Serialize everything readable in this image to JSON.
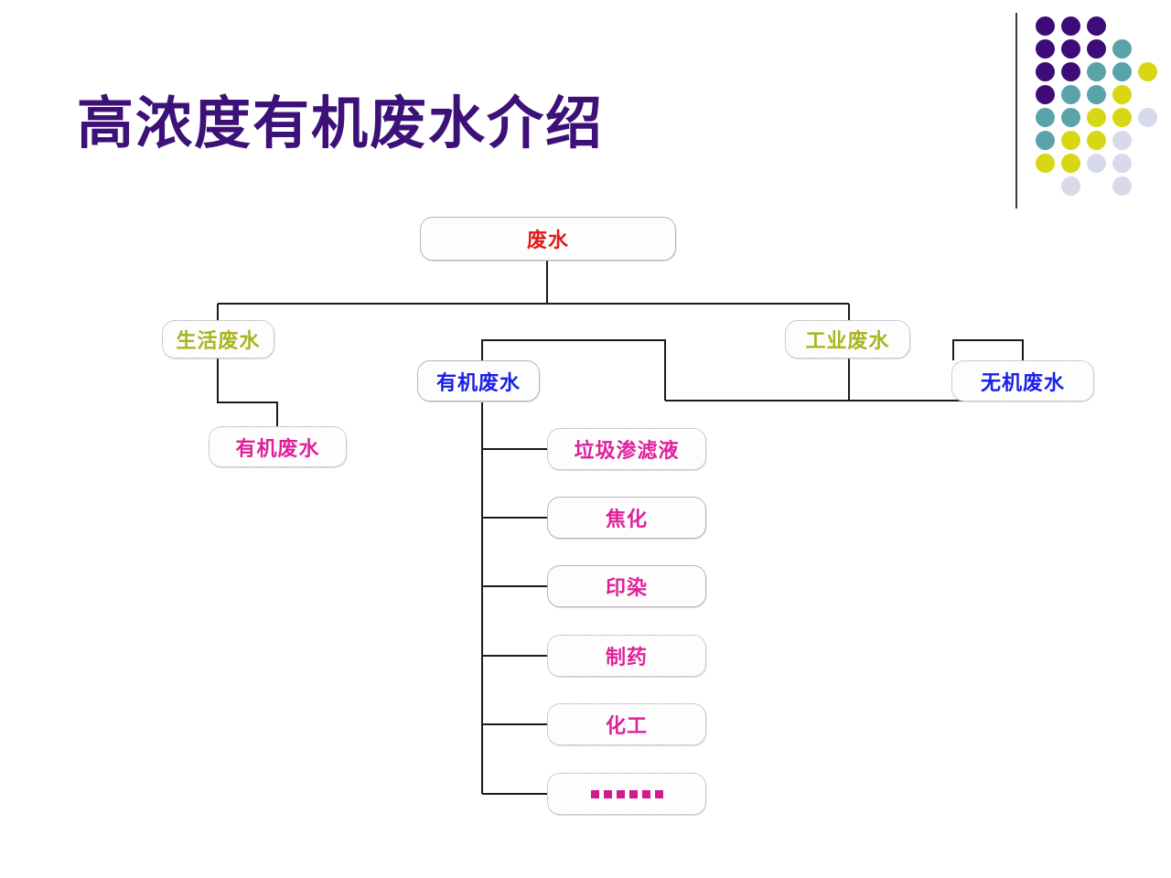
{
  "slide": {
    "title": "高浓度有机废水介绍",
    "title_color": "#3d1178",
    "background": "#ffffff"
  },
  "decoration": {
    "name": "dot-motif",
    "rule_color": "#3a3a3a",
    "palette": {
      "purple": "#3d0c78",
      "teal": "#5aa3a8",
      "yellow": "#d8d713",
      "lavender": "#d9d9ec"
    },
    "grid": [
      [
        "purple",
        "purple",
        "purple",
        "",
        ""
      ],
      [
        "purple",
        "purple",
        "purple",
        "teal",
        ""
      ],
      [
        "purple",
        "purple",
        "teal",
        "teal",
        "yellow"
      ],
      [
        "purple",
        "teal",
        "teal",
        "yellow",
        ""
      ],
      [
        "teal",
        "teal",
        "yellow",
        "yellow",
        "lavender"
      ],
      [
        "teal",
        "yellow",
        "yellow",
        "lavender",
        ""
      ],
      [
        "yellow",
        "yellow",
        "lavender",
        "lavender",
        ""
      ],
      [
        "",
        "lavender",
        "",
        "lavender",
        ""
      ]
    ]
  },
  "diagram": {
    "type": "tree",
    "root": {
      "label": "废水",
      "color": "#e01b1b"
    },
    "level1": [
      {
        "label": "生活废水",
        "color": "#a9b41f"
      },
      {
        "label": "工业废水",
        "color": "#a9b41f"
      }
    ],
    "domestic_child": {
      "label": "有机废水",
      "color": "#e0219b"
    },
    "industrial_children": [
      {
        "label": "有机废水",
        "color": "#1a20e8"
      },
      {
        "label": "无机废水",
        "color": "#1a20e8"
      }
    ],
    "organic_children": [
      {
        "label": "垃圾渗滤液",
        "color": "#e0219b"
      },
      {
        "label": "焦化",
        "color": "#e0219b"
      },
      {
        "label": "印染",
        "color": "#e0219b"
      },
      {
        "label": "制药",
        "color": "#e0219b"
      },
      {
        "label": "化工",
        "color": "#e0219b"
      },
      {
        "label": "……",
        "color": "#cf1b8e",
        "is_ellipsis": true
      }
    ],
    "connector_color": "#1a1a1a"
  }
}
